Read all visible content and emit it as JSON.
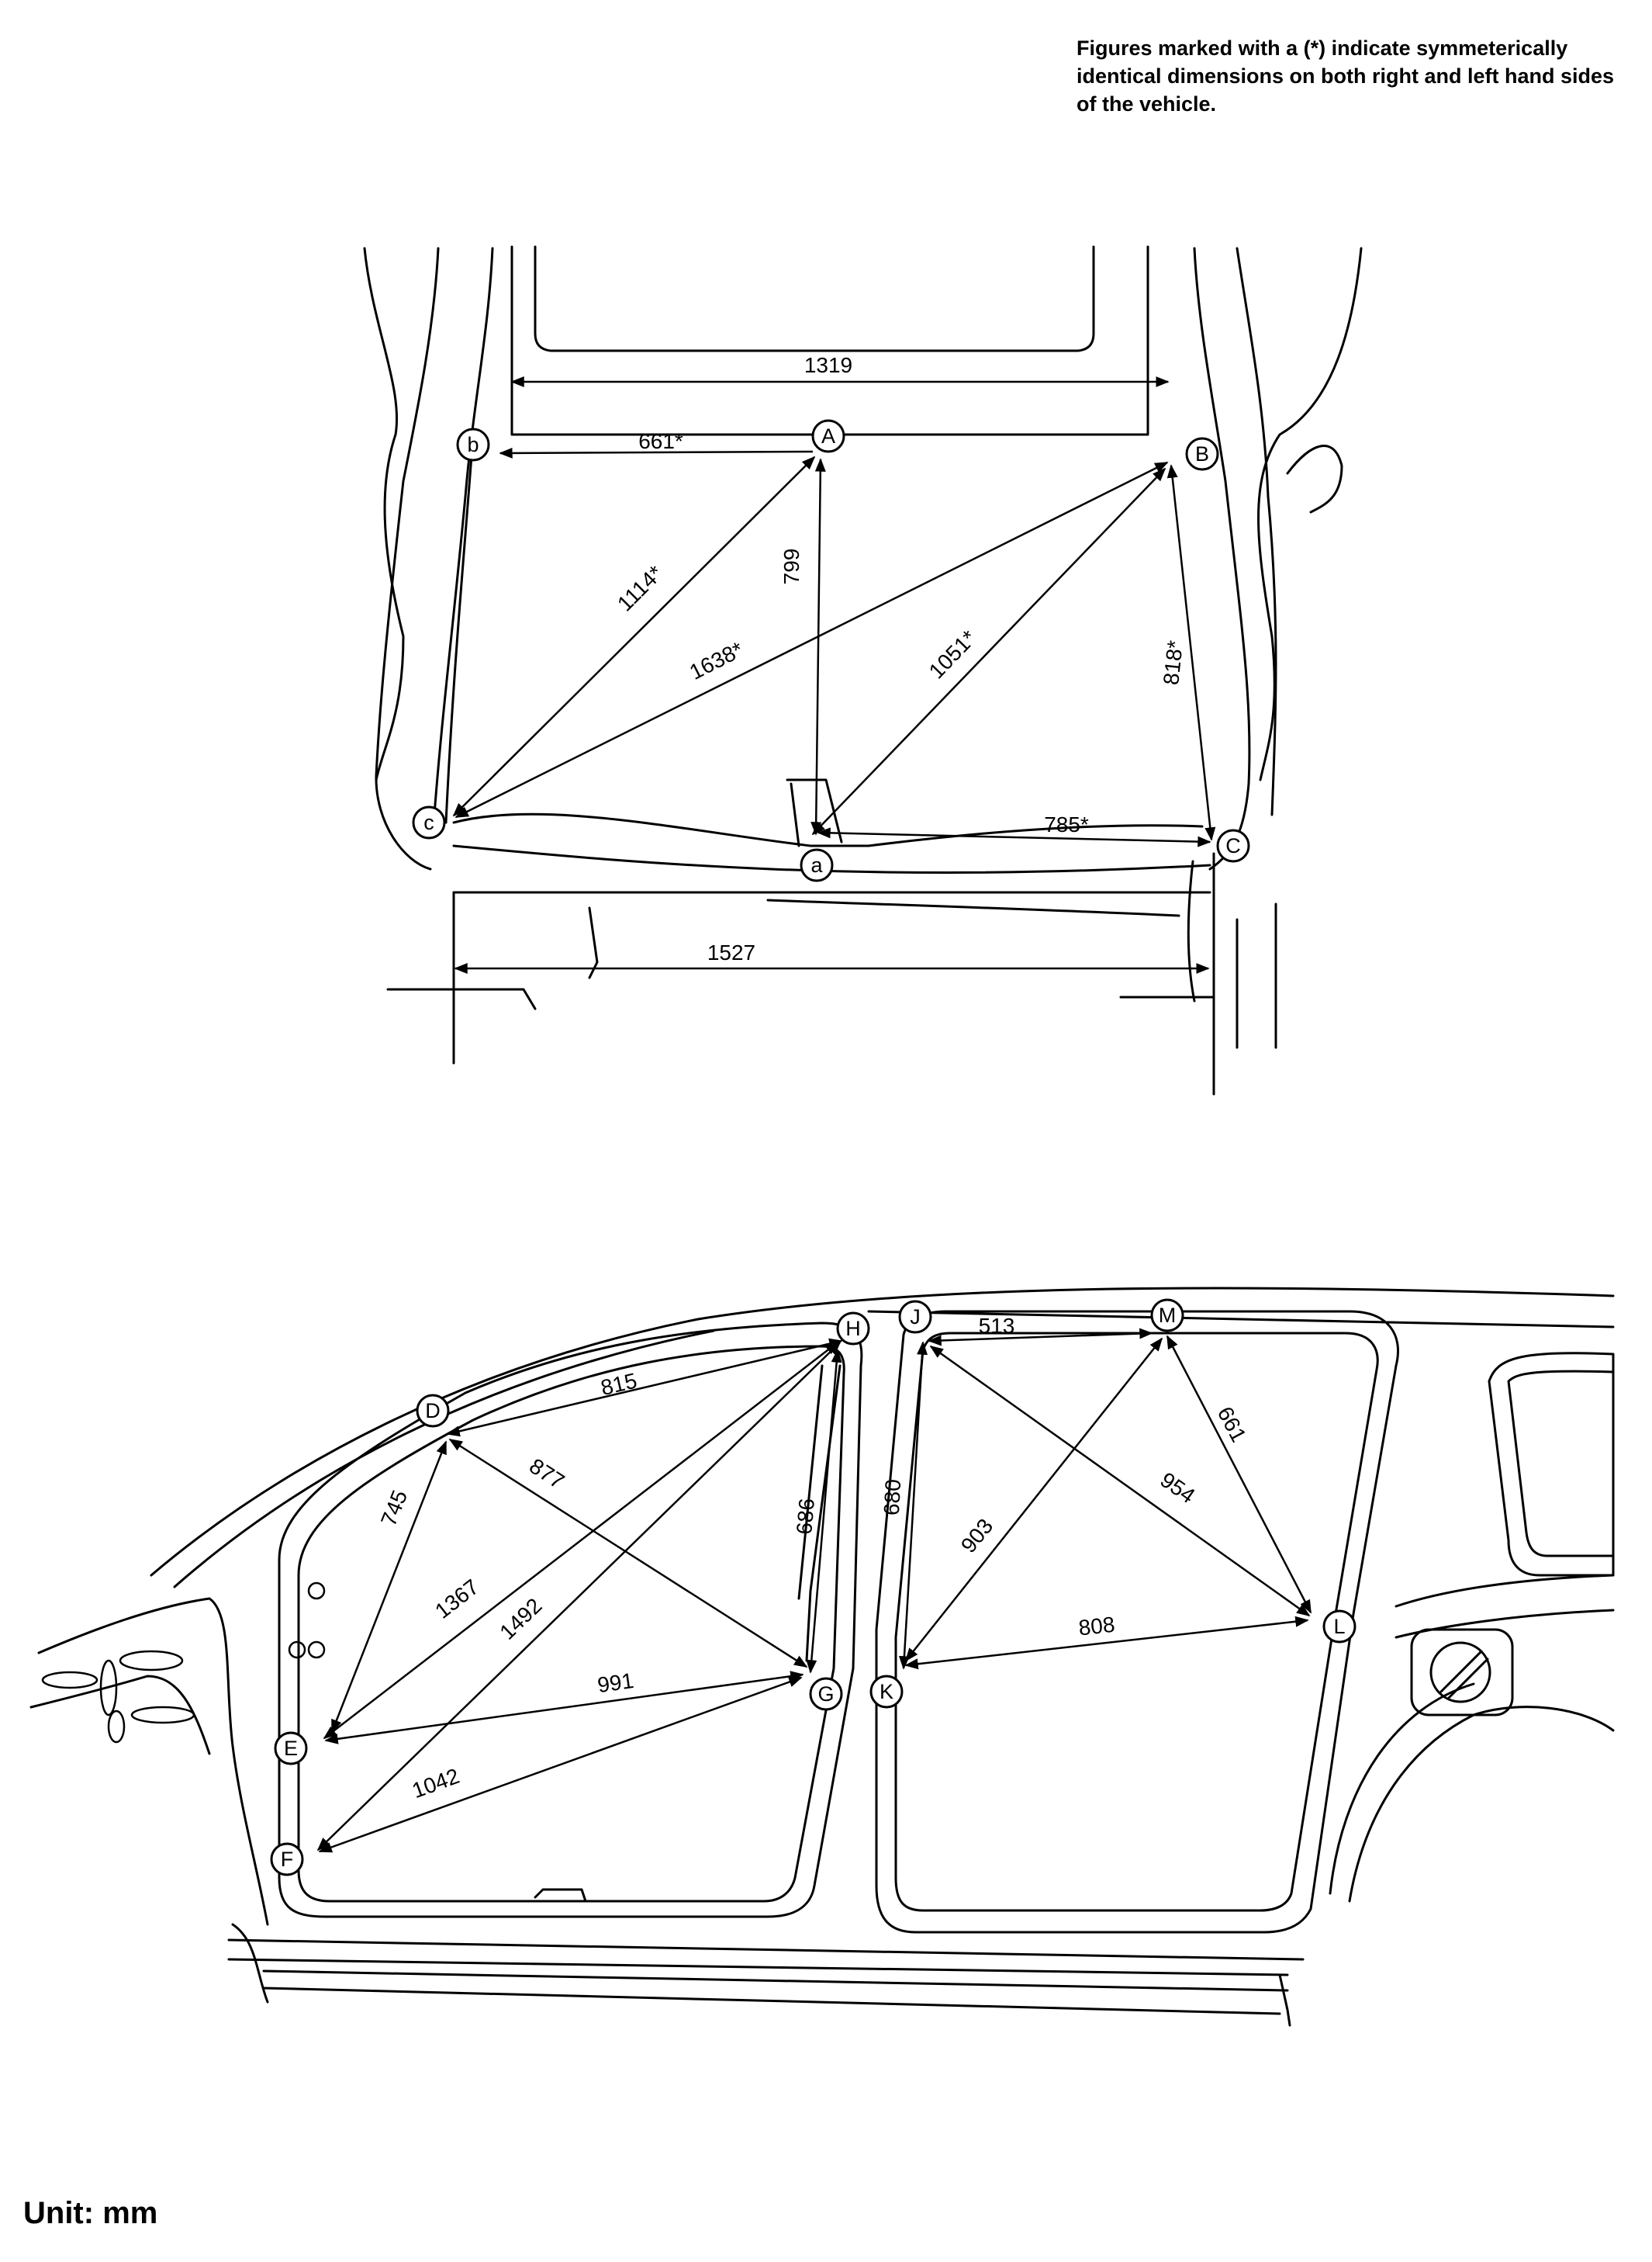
{
  "note": "Figures marked with a  (*) indicate symmeterically identical dimensions on both right and left hand sides of the vehicle.",
  "unit": "Unit: mm",
  "points": {
    "A": "A",
    "B": "B",
    "C": "C",
    "a": "a",
    "b": "b",
    "c": "c",
    "D": "D",
    "E": "E",
    "F": "F",
    "G": "G",
    "H": "H",
    "J": "J",
    "K": "K",
    "L": "L",
    "M": "M"
  },
  "dimensions": {
    "d1319": "1319",
    "d661s": "661*",
    "d1114": "1114*",
    "d799": "799",
    "d1638": "1638*",
    "d1051": "1051*",
    "d818": "818*",
    "d785": "785*",
    "d1527": "1527",
    "d815": "815",
    "d745": "745",
    "d877": "877",
    "d1367": "1367",
    "d1492": "1492",
    "d991": "991",
    "d1042": "1042",
    "d686": "686",
    "d680": "680",
    "d513": "513",
    "d661": "661",
    "d954": "954",
    "d903": "903",
    "d808": "808"
  }
}
